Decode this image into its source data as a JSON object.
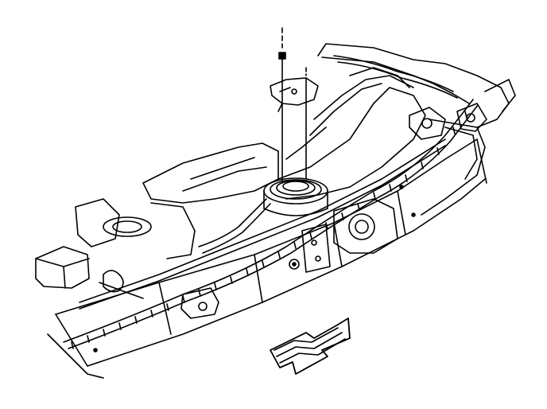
{
  "diagram": {
    "style": "black line-art technical illustration on white background",
    "colors": {
      "ink": "#000000",
      "paper": "#ffffff"
    },
    "components": [
      "vehicle-frame-rail",
      "fuel-tank",
      "fuel-tank-shield",
      "rear-axle-crossmember",
      "wiring-harness-conduit",
      "brake-and-fuel-lines",
      "evap-canister",
      "fuel-pump-module",
      "bracket",
      "fastener",
      "direction-arrow"
    ]
  }
}
